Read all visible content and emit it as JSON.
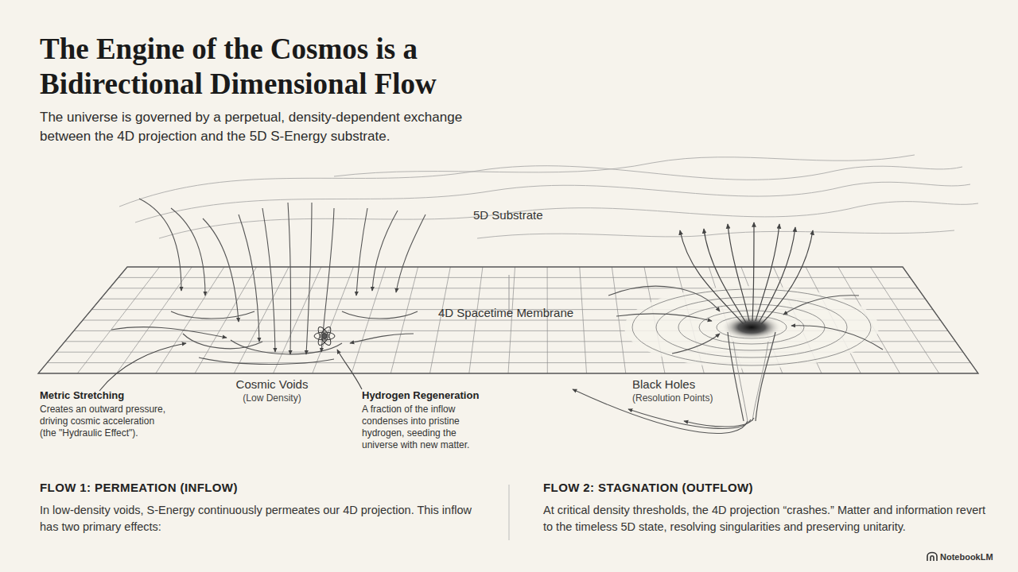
{
  "diagram": {
    "title": "The Engine of the Cosmos is a Bidirectional Dimensional Flow",
    "labels": [
      "The universe is governed by a perpetual, density-dependent exchange between the 4D projection and the 5D S-Energy substrate.",
      "5D Substrate",
      "4D Spacetime Membrane",
      "Metric Stretching",
      "Creates an outward pressure, driving cosmic acceleration (the \"Hydraulic Effect\").",
      "Cosmic Voids",
      "(Low Density)",
      "Hydrogen Regeneration",
      "A fraction of the inflow condenses into pristine hydrogen, seeding the universe with new matter.",
      "Black Holes",
      "(Resolution Points)",
      "FLOW 1: PERMEATION (INFLOW)",
      "In low-density voids, S-Energy continuously permeates our 4D projection. This inflow has two primary effects:",
      "FLOW 2: STAGNATION (OUTFLOW)",
      "At critical density thresholds, the 4D projection “crashes.” Matter and information revert to the timeless 5D state, resolving singularities and preserving unitarity.",
      "NotebookLM"
    ]
  }
}
